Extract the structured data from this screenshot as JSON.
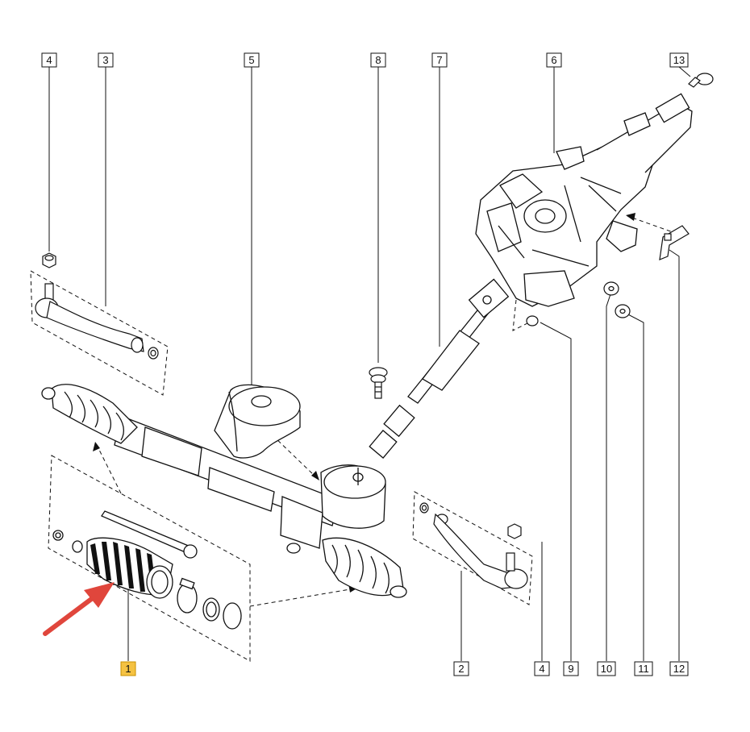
{
  "callouts": [
    {
      "id": "c-4-top",
      "label": "4"
    },
    {
      "id": "c-3",
      "label": "3"
    },
    {
      "id": "c-5",
      "label": "5"
    },
    {
      "id": "c-8",
      "label": "8"
    },
    {
      "id": "c-7",
      "label": "7"
    },
    {
      "id": "c-6",
      "label": "6"
    },
    {
      "id": "c-13",
      "label": "13"
    },
    {
      "id": "c-1",
      "label": "1"
    },
    {
      "id": "c-2",
      "label": "2"
    },
    {
      "id": "c-4-bottom",
      "label": "4"
    },
    {
      "id": "c-9",
      "label": "9"
    },
    {
      "id": "c-10",
      "label": "10"
    },
    {
      "id": "c-11",
      "label": "11"
    },
    {
      "id": "c-12",
      "label": "12"
    }
  ],
  "colors": {
    "line": "#111111",
    "highlight_fill": "#f5c242",
    "highlight_stroke": "#c89000",
    "arrow": "#e0463c",
    "box_fill": "#ffffff"
  }
}
